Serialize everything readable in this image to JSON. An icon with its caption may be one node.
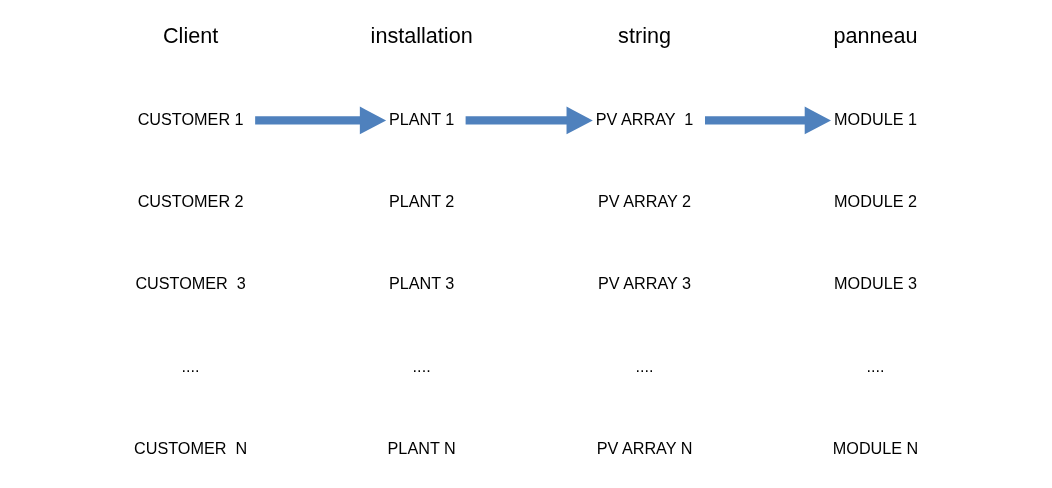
{
  "diagram": {
    "nodes": [
      {
        "text": [
          "CUSTOMER 1"
        ]
      },
      {
        "text": [
          "PLANT 1"
        ]
      },
      {
        "text": [
          "PV ARRAY  1"
        ]
      },
      {
        "text": [
          "MODULE 1"
        ]
      }
    ],
    "edges": [
      {
        "from": 0,
        "to": 1,
        "arrow": "to"
      },
      {
        "from": 1,
        "to": 2,
        "arrow": "to"
      },
      {
        "from": 2,
        "to": 3,
        "arrow": "to"
      }
    ],
    "labels": [
      "Client",
      "installation",
      "string",
      "panneau",
      "CUSTOMER 2",
      "PLANT 2",
      "PV ARRAY 2",
      "MODULE 2",
      "CUSTOMER  3",
      "PLANT 3",
      "PV ARRAY 3",
      "MODULE 3",
      "....",
      "....",
      "....",
      "....",
      "CUSTOMER  N",
      "PLANT N",
      "PV ARRAY N",
      "MODULE N"
    ]
  }
}
